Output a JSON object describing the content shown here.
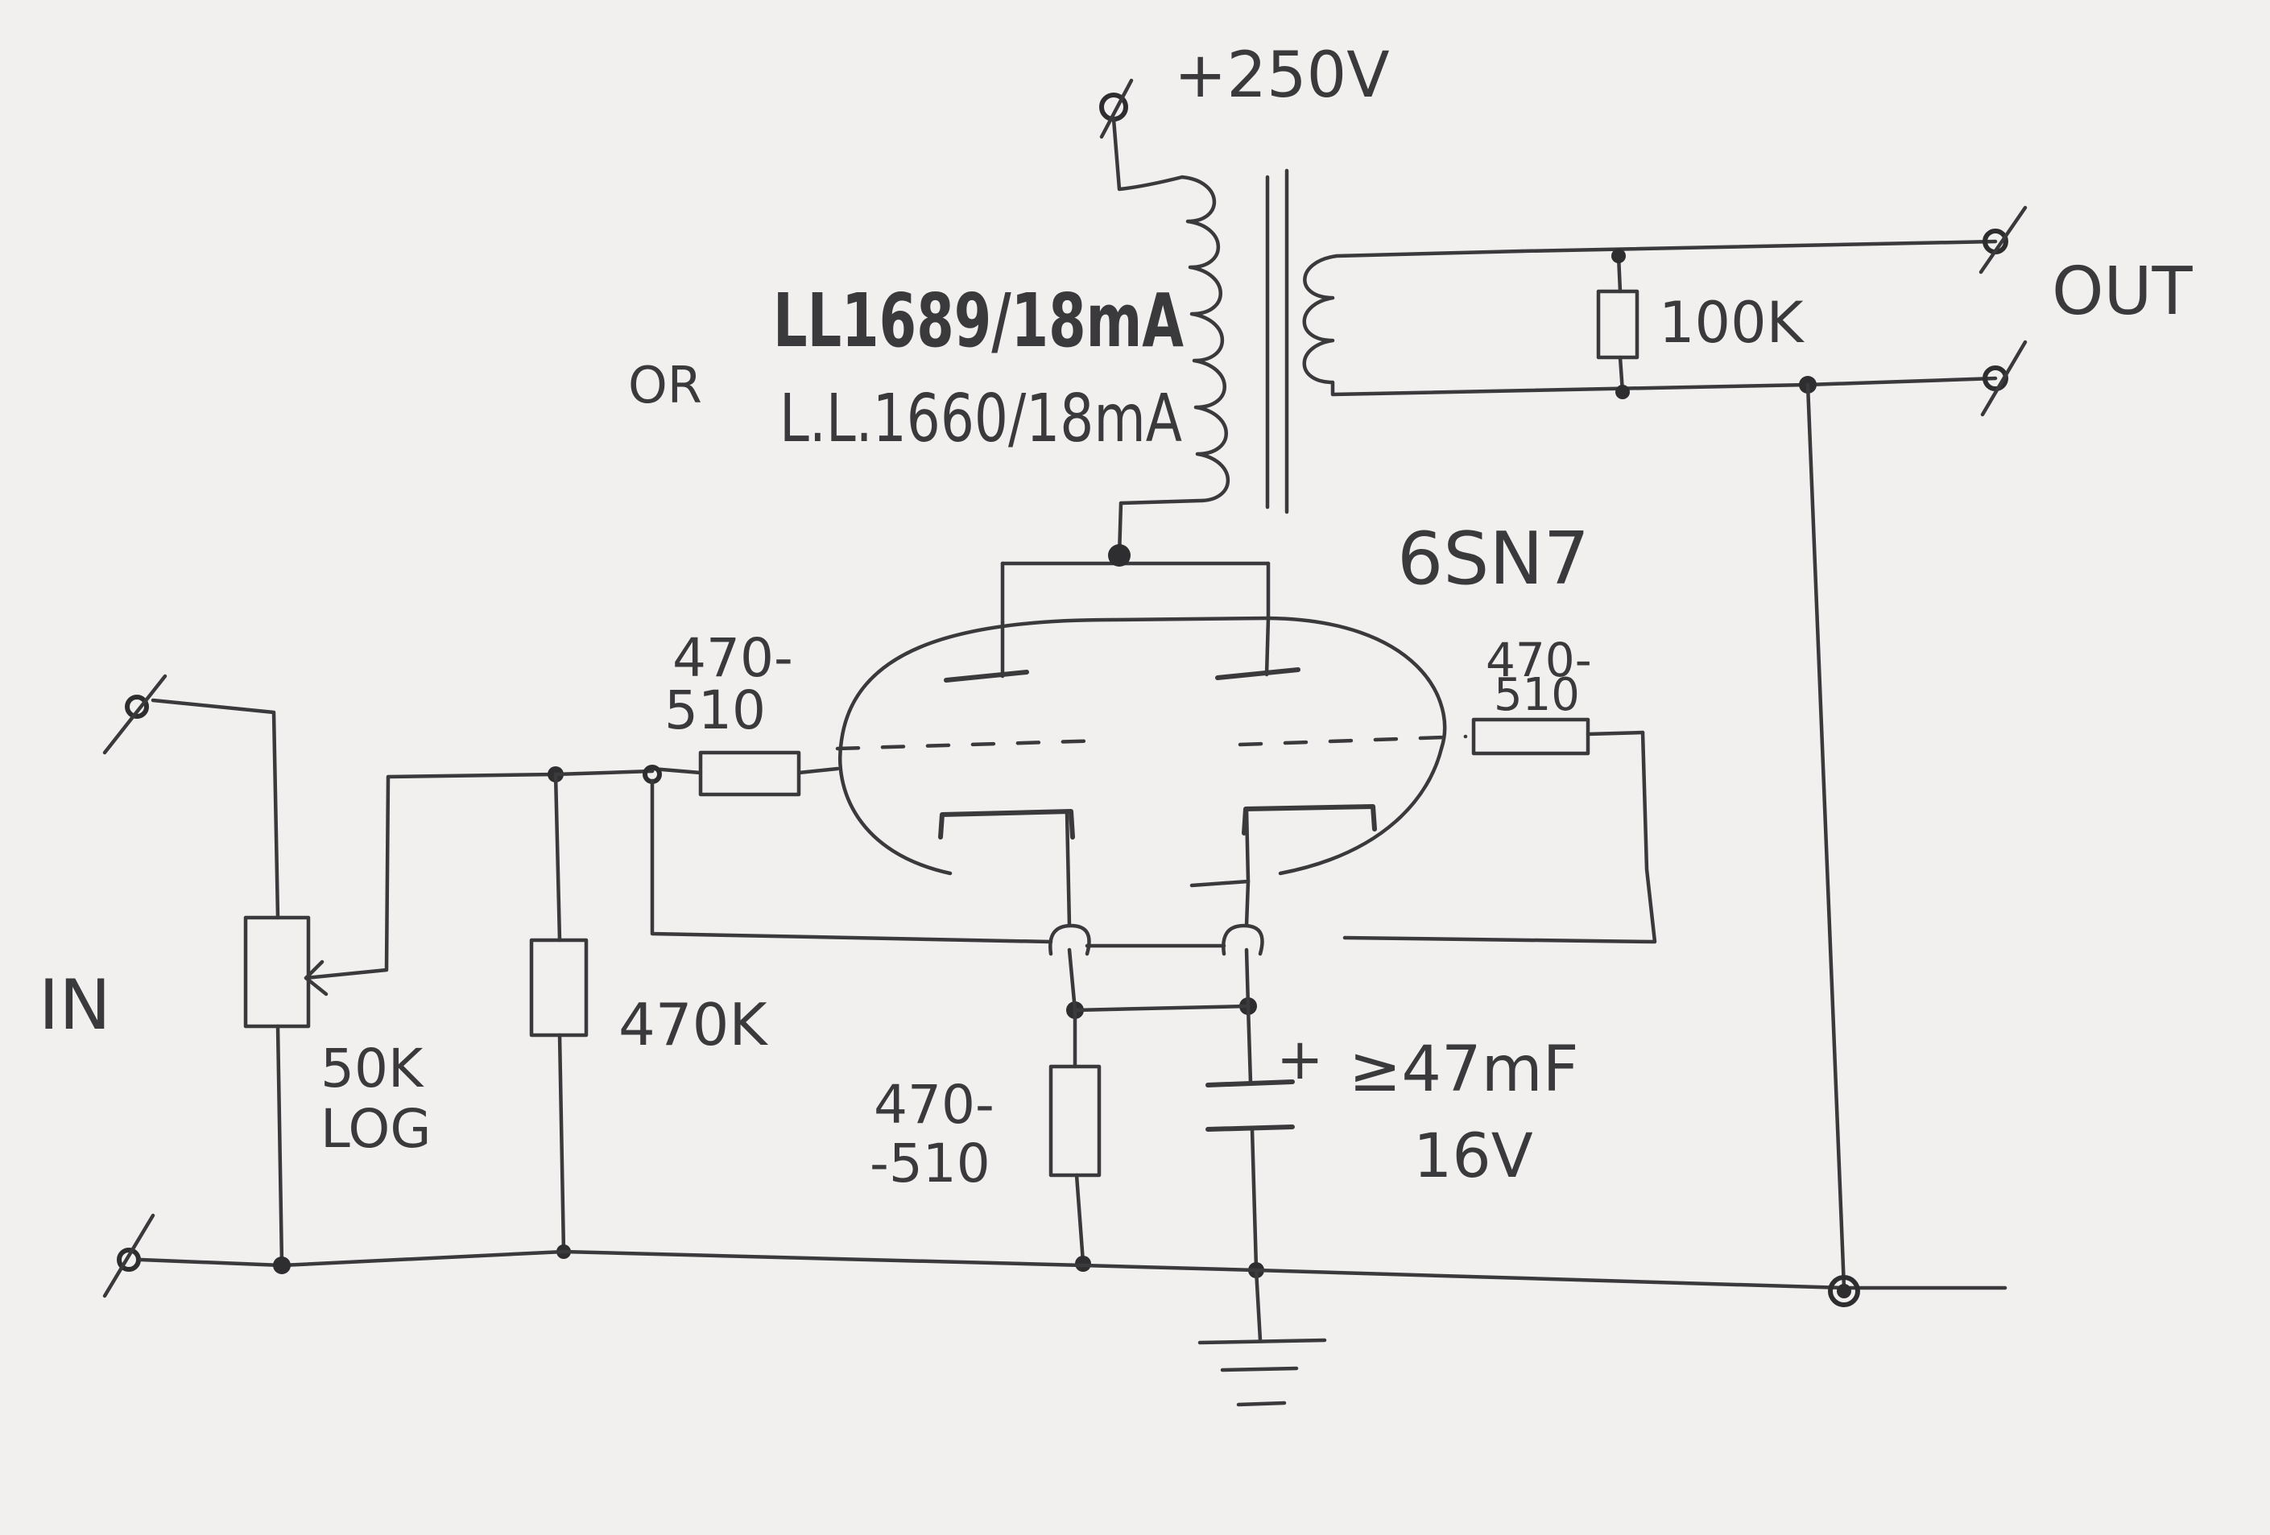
{
  "labels": {
    "supply": "+250V",
    "transformer_1": "LL1689/18mA",
    "or": "OR",
    "transformer_2": "L.L.1660/18mA",
    "load_resistor": "100K",
    "output": "OUT",
    "tube": "6SN7",
    "grid_resistor_left_a": "470-",
    "grid_resistor_left_b": "510",
    "grid_resistor_right_a": "470-",
    "grid_resistor_right_b": "510",
    "input": "IN",
    "pot_a": "50K",
    "pot_b": "LOG",
    "input_resistor": "470K",
    "cathode_resistor_a": "470-",
    "cathode_resistor_b": "-510",
    "cap_plus": "+",
    "cap_value": "≥47mF",
    "cap_voltage": "16V"
  }
}
